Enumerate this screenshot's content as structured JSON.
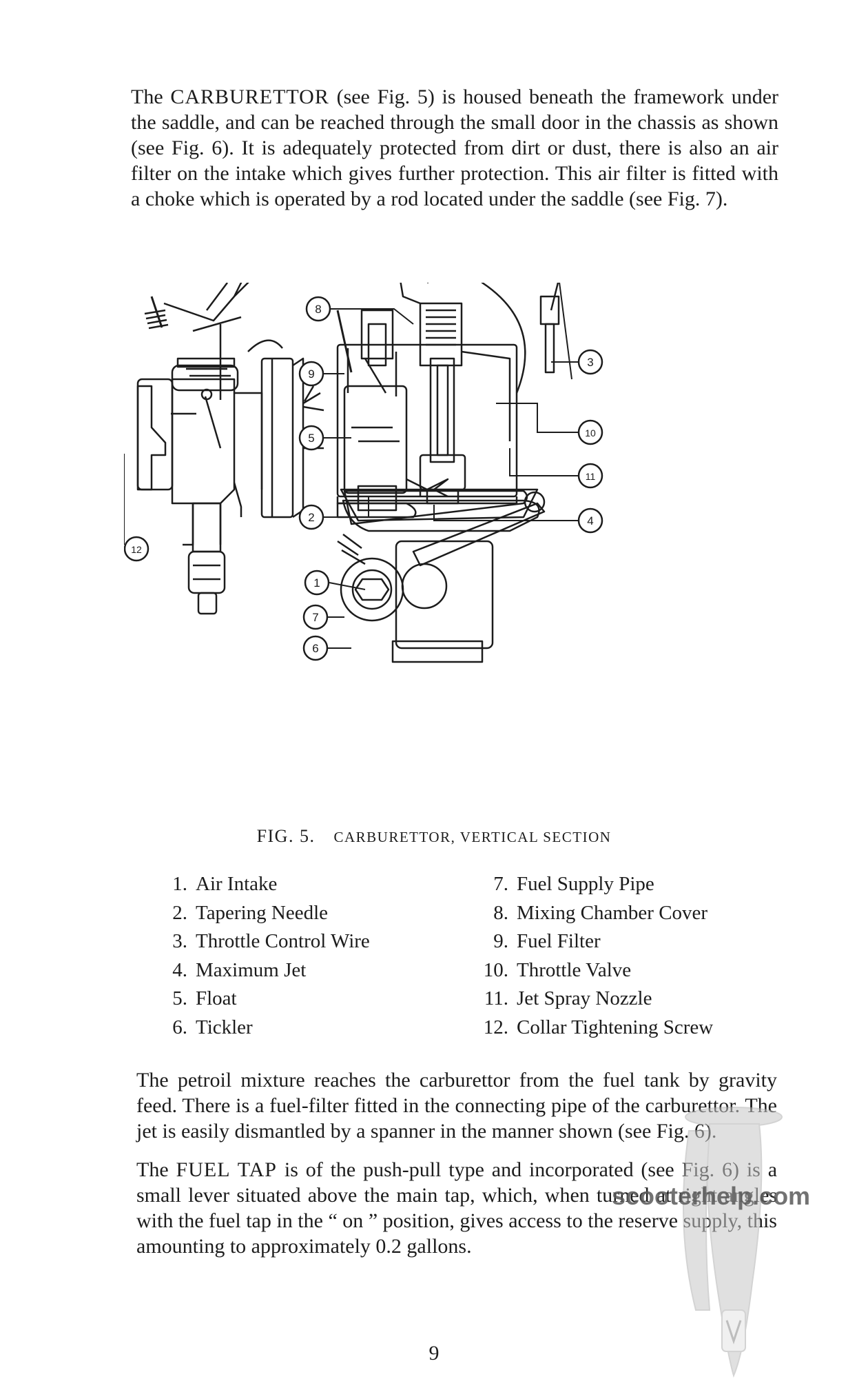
{
  "paragraph_1": {
    "lead": "The ",
    "term": "CARBURETTOR",
    "rest": " (see Fig. 5) is housed beneath the framework under the saddle, and can be reached through the small door in the chassis as shown (see Fig. 6). It is adequately protected from dirt or dust, there is also an air filter on the intake which gives further protection. This air filter is fitted with a choke which is operated by a rod located under the saddle (see Fig. 7)."
  },
  "figure": {
    "callouts": [
      "1",
      "2",
      "3",
      "4",
      "5",
      "6",
      "7",
      "8",
      "9",
      "10",
      "11",
      "12"
    ],
    "caption_label": "FIG. 5.",
    "caption_title": "CARBURETTOR, VERTICAL SECTION"
  },
  "legend": {
    "left": [
      {
        "num": "1.",
        "label": "Air Intake"
      },
      {
        "num": "2.",
        "label": "Tapering Needle"
      },
      {
        "num": "3.",
        "label": "Throttle Control Wire"
      },
      {
        "num": "4.",
        "label": "Maximum Jet"
      },
      {
        "num": "5.",
        "label": "Float"
      },
      {
        "num": "6.",
        "label": "Tickler"
      }
    ],
    "right": [
      {
        "num": "7.",
        "label": "Fuel Supply Pipe"
      },
      {
        "num": "8.",
        "label": "Mixing Chamber Cover"
      },
      {
        "num": "9.",
        "label": "Fuel Filter"
      },
      {
        "num": "10.",
        "label": "Throttle Valve"
      },
      {
        "num": "11.",
        "label": "Jet Spray Nozzle"
      },
      {
        "num": "12.",
        "label": "Collar Tightening Screw"
      }
    ]
  },
  "paragraph_2": "The petroil mixture reaches the carburettor from the fuel tank by gravity feed. There is a fuel-filter fitted in the connecting pipe of the carburettor. The jet is easily dismantled by a spanner in the manner shown (see Fig. 6).",
  "paragraph_3": {
    "lead": "The ",
    "term": "FUEL TAP",
    "rest": " is of the push-pull type and incorporated (see Fig. 6) is a small lever situated above the main tap, which, when turned at right angles with the fuel tap in the “ on ” position, gives access to the reserve supply, this amounting to approximately 0.2 gallons."
  },
  "page_number": "9",
  "watermark": "scooterhelp.com"
}
